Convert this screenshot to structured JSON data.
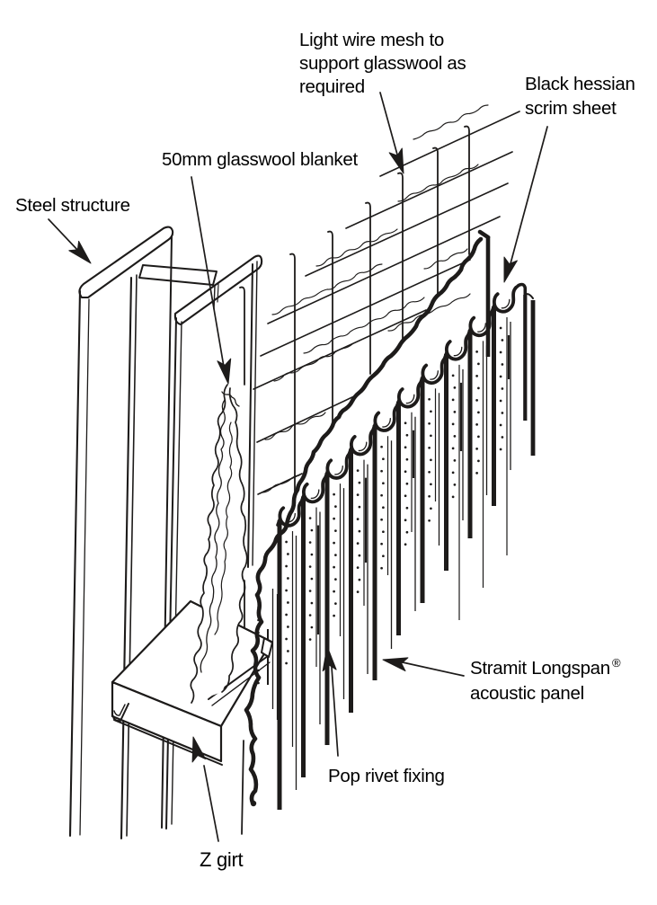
{
  "colors": {
    "ink": "#1d1b1a",
    "background": "#ffffff"
  },
  "labels": {
    "wire_mesh": {
      "lines": [
        "Light wire mesh to",
        "support glasswool as",
        "required"
      ]
    },
    "scrim": {
      "lines": [
        "Black hessian",
        "scrim sheet"
      ]
    },
    "glasswool": {
      "lines": [
        "50mm glasswool blanket"
      ]
    },
    "steel": {
      "lines": [
        "Steel structure"
      ]
    },
    "panel": {
      "lines": [
        "Stramit Longspan",
        "acoustic panel"
      ],
      "registered_mark": "®"
    },
    "pop_rivet": {
      "lines": [
        "Pop rivet fixing"
      ]
    },
    "z_girt": {
      "lines": [
        "Z girt"
      ]
    }
  }
}
